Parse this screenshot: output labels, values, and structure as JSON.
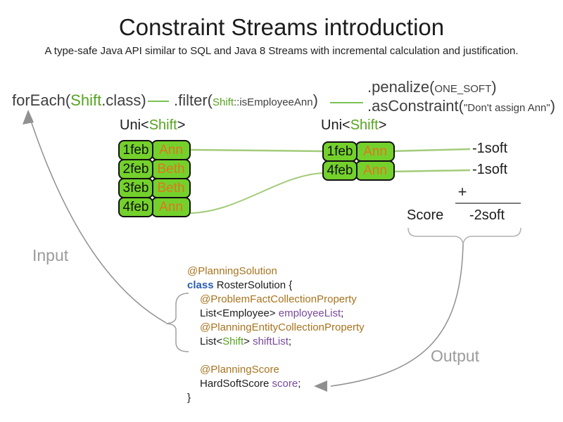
{
  "title": "Constraint Streams introduction",
  "subtitle": "A type-safe Java API similar to SQL and Java 8 Streams with incremental calculation and justification.",
  "pipeline": {
    "foreach": {
      "pre": "forEach(",
      "type": "Shift",
      "post": ".class)"
    },
    "filter": {
      "pre": ".filter(",
      "type": "Shift",
      "mid": "::isEmployeeAnn",
      "post": ")"
    },
    "penalize": {
      "pre": ".penalize(",
      "arg": "ONE_SOFT",
      "post": ")"
    },
    "asconstraint": {
      "pre": ".asConstraint(",
      "arg": "\"Don't assign Ann\"",
      "post": ")"
    }
  },
  "left_table": {
    "label": {
      "pre": "Uni<",
      "type": "Shift",
      "post": ">"
    },
    "rows": [
      {
        "date": "1feb",
        "name": "Ann"
      },
      {
        "date": "2feb",
        "name": "Beth"
      },
      {
        "date": "3feb",
        "name": "Beth"
      },
      {
        "date": "4feb",
        "name": "Ann"
      }
    ]
  },
  "right_table": {
    "label": {
      "pre": "Uni<",
      "type": "Shift",
      "post": ">"
    },
    "rows": [
      {
        "date": "1feb",
        "name": "Ann"
      },
      {
        "date": "4feb",
        "name": "Ann"
      }
    ]
  },
  "penalties": [
    "-1soft",
    "-1soft"
  ],
  "score": {
    "plus": "+",
    "label": "Score",
    "value": "-2soft"
  },
  "labels": {
    "input": "Input",
    "output": "Output"
  },
  "code": {
    "lines": [
      {
        "segs": [
          {
            "t": "@PlanningSolution"
          }
        ]
      },
      {
        "segs": [
          {
            "t": "class"
          },
          {
            "t": " RosterSolution {"
          }
        ]
      },
      {
        "segs": [
          {
            "t": "@ProblemFactCollectionProperty"
          }
        ]
      },
      {
        "segs": [
          {
            "t": "List<Employee> "
          },
          {
            "t": "employeeList"
          },
          {
            "t": ";"
          }
        ]
      },
      {
        "segs": [
          {
            "t": "@PlanningEntityCollectionProperty"
          }
        ]
      },
      {
        "segs": [
          {
            "t": "List<"
          },
          {
            "t": "Shift"
          },
          {
            "t": "> "
          },
          {
            "t": "shiftList"
          },
          {
            "t": ";"
          }
        ]
      },
      {
        "segs": []
      },
      {
        "segs": [
          {
            "t": "@PlanningScore"
          }
        ]
      },
      {
        "segs": [
          {
            "t": "HardSoftScore "
          },
          {
            "t": "score"
          },
          {
            "t": ";"
          }
        ]
      },
      {
        "segs": [
          {
            "t": "}"
          }
        ]
      }
    ]
  },
  "colors": {
    "box_green": "#74d12c",
    "match_line_green": "#a3cb7a",
    "connector_green": "#67b83c",
    "type_green": "#56a41f",
    "employee_orange": "#e0761f",
    "annotation_gold": "#a8741f",
    "keyword_blue": "#2a5db0",
    "field_purple": "#7a4a9c",
    "arrow_gray": "#909090",
    "label_gray": "#9b9b9b"
  }
}
